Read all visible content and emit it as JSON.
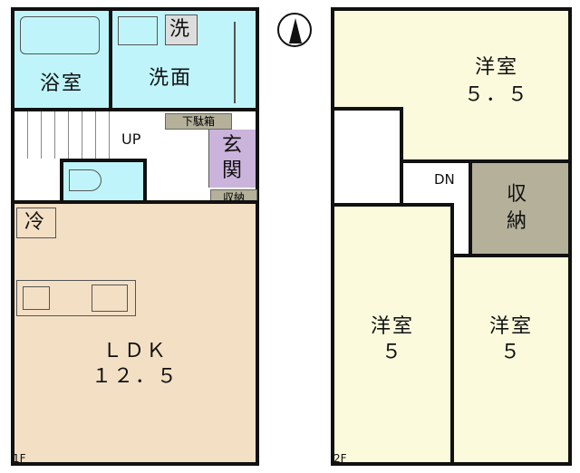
{
  "floor1": {
    "label": "1F",
    "rooms": {
      "bath": "浴室",
      "washroom": "洗面",
      "laundry": "洗",
      "up": "UP",
      "shoe_box": "下駄箱",
      "entrance": "玄関",
      "storage": "収納",
      "fridge": "冷",
      "ldk": "ＬＤＫ",
      "ldk_size": "１２．５"
    }
  },
  "floor2": {
    "label": "2F",
    "rooms": {
      "room_a": "洋室",
      "room_a_size": "５．５",
      "dn": "DN",
      "storage": "収納",
      "room_b": "洋室",
      "room_b_size": "５",
      "room_c": "洋室",
      "room_c_size": "５"
    }
  },
  "colors": {
    "wet": "#bff5fa",
    "ldk": "#f3dfc4",
    "entrance": "#cbb4dc",
    "storage": "#b4b09a",
    "western": "#fbfadc"
  },
  "compass": "north-arrow-icon"
}
